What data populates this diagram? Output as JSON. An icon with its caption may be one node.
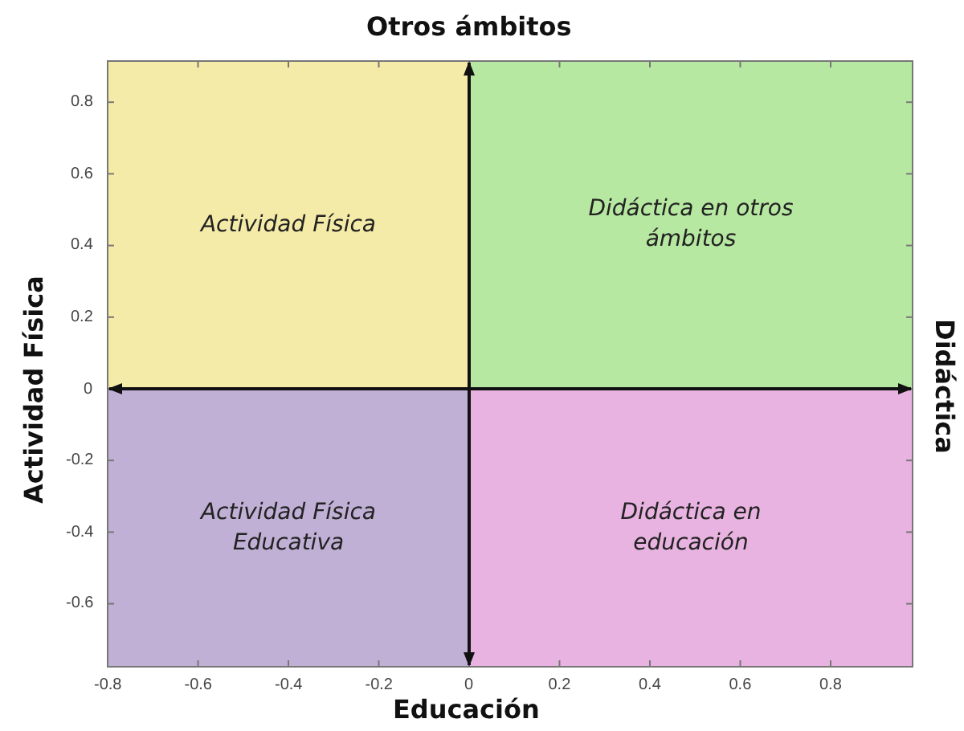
{
  "diagram": {
    "nodes": [
      {
        "text": [
          "Actividad Física"
        ]
      },
      {
        "text": [
          "Didáctica en otros ámbitos"
        ]
      },
      {
        "text": [
          "Actividad Física Educativa"
        ]
      },
      {
        "text": [
          "Didáctica en educación"
        ]
      }
    ],
    "labels": [
      "Otros ámbitos",
      "0.8",
      "0.6",
      "0.4",
      "0.2",
      "Actividad Física",
      "0",
      "Didáctica",
      "-0.2",
      "-0.4",
      "-0.6",
      "-0.8",
      "-0.6",
      "-0.4",
      "-0.2",
      "0",
      "0.2",
      "0.4",
      "0.6",
      "0.8",
      "Educación"
    ]
  }
}
